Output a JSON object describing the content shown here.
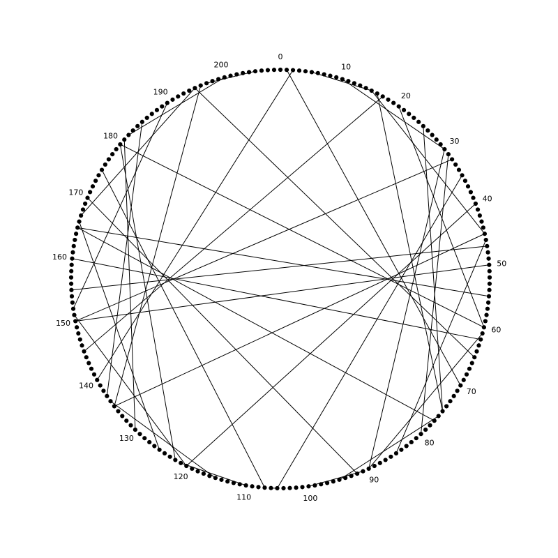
{
  "diagram": {
    "point_count": 209,
    "multiplier": 3,
    "label_step": 10,
    "line_color": "#000000",
    "dot_color": "#000000",
    "background": "#ffffff",
    "labels": [
      "0",
      "10",
      "20",
      "30",
      "40",
      "50",
      "60",
      "70",
      "80",
      "90",
      "100",
      "110",
      "120",
      "130",
      "140",
      "150",
      "160",
      "170",
      "180",
      "190",
      "200"
    ]
  }
}
